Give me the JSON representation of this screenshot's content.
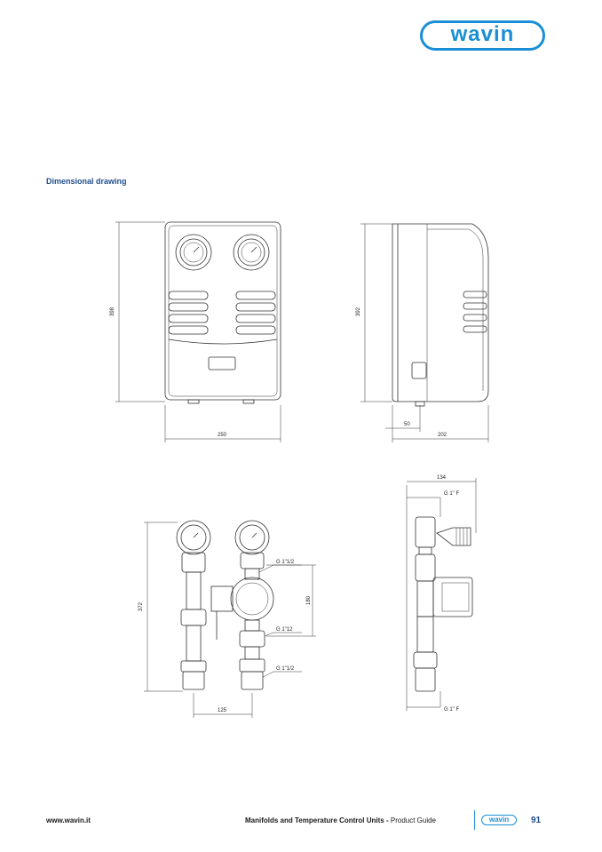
{
  "brand": {
    "logo_text": "wavin",
    "color": "#1b8fd6"
  },
  "section": {
    "title": "Dimensional drawing",
    "title_color": "#1f4e8c"
  },
  "dimensions": {
    "front_height": "398",
    "side_height": "392",
    "front_width": "250",
    "side_offset": "50",
    "side_depth": "202",
    "pipe_depth": "134",
    "thread_top": "G 1\" F",
    "thread_bottom": "G 1\" F",
    "pipe_height": "372",
    "pump_height": "180",
    "connection_1": "G 1\"1/2",
    "connection_2": "G 1\"12",
    "connection_3": "G 1\"1/2",
    "pipe_spacing": "125"
  },
  "footer": {
    "website": "www.wavin.it",
    "guide_bold": "Manifolds and Temperature Control Units -",
    "guide_rest": " Product Guide",
    "page_number": "91"
  }
}
